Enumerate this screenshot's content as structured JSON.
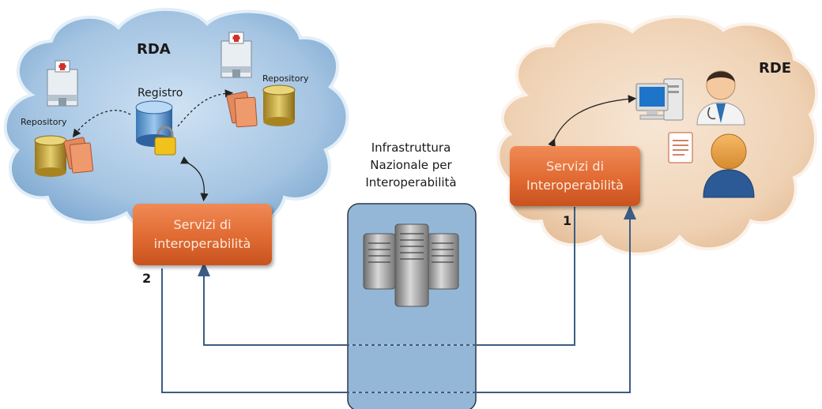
{
  "left_cloud": {
    "title": "RDA",
    "registry_label": "Registro",
    "repository_left_label": "Repository",
    "repository_right_label": "Repository",
    "service_line1": "Servizi di",
    "service_line2": "interoperabilità",
    "number": "2",
    "colors": {
      "cloud": "#a9c9e6",
      "cloud_edge": "#e2eef8"
    }
  },
  "right_cloud": {
    "title": "RDE",
    "service_line1": "Servizi di",
    "service_line2": "Interoperabilità",
    "number": "1",
    "colors": {
      "cloud": "#f1d7bd",
      "cloud_edge": "#fbf2ea"
    }
  },
  "infrastructure": {
    "line1": "Infrastruttura",
    "line2": "Nazionale per",
    "line3": "Interoperabilità",
    "colors": {
      "box": "#94b7d8",
      "box_border": "#2b3a4a"
    }
  },
  "colors": {
    "service_box": "#e06a32",
    "connector": "#3b5d84"
  },
  "icons": [
    "hospital-icon",
    "database-lock-icon",
    "coins-stack-icon",
    "documents-icon",
    "computer-icon",
    "doctor-icon",
    "person-icon",
    "server-rack-icon"
  ]
}
